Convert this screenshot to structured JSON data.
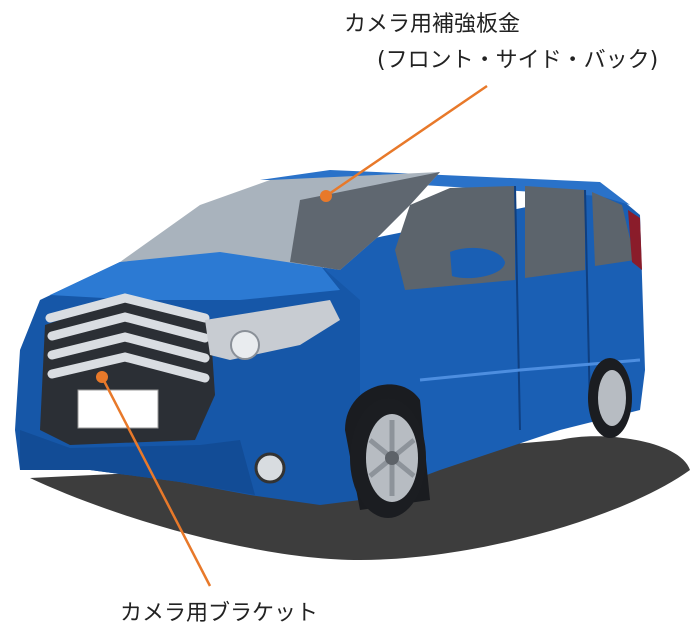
{
  "labels": {
    "camera_reinforcement_line1": "カメラ用補強板金",
    "camera_reinforcement_line2": "(フロント・サイド・バック)",
    "camera_bracket": "カメラ用ブラケット"
  },
  "colors": {
    "body_blue": "#1a5fb4",
    "body_dark_blue": "#0d3f86",
    "glass": "#6b7480",
    "leader_line": "#e8792a",
    "shadow": "#3a3a3a"
  },
  "icons": {
    "vehicle": "minivan-illustration"
  }
}
